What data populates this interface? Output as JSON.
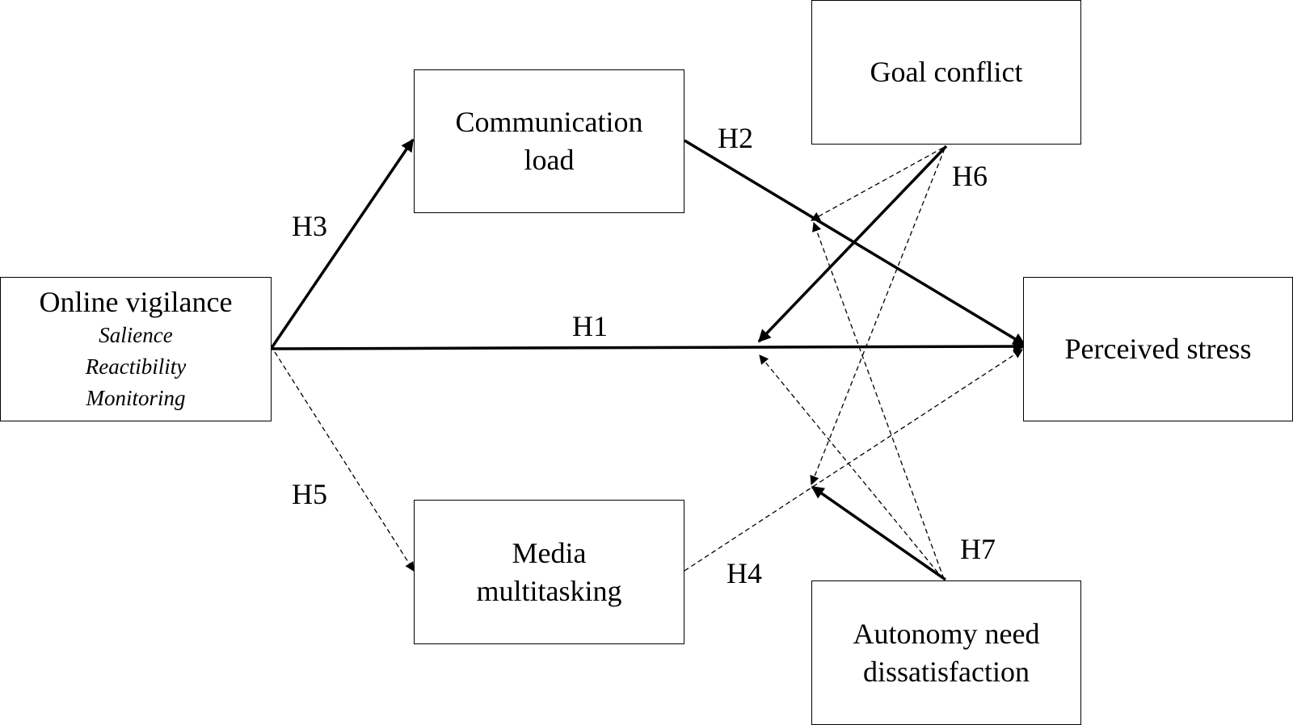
{
  "nodes": {
    "online_vigilance": {
      "title": "Online vigilance",
      "sub1": "Salience",
      "sub2": "Reactibility",
      "sub3": "Monitoring"
    },
    "communication_load": {
      "line1": "Communication",
      "line2": "load"
    },
    "media_multitasking": {
      "line1": "Media",
      "line2": "multitasking"
    },
    "goal_conflict": {
      "label": "Goal conflict"
    },
    "perceived_stress": {
      "label": "Perceived stress"
    },
    "autonomy_need": {
      "line1": "Autonomy need",
      "line2": "dissatisfaction"
    }
  },
  "hypotheses": {
    "h1": "H1",
    "h2": "H2",
    "h3": "H3",
    "h4": "H4",
    "h5": "H5",
    "h6": "H6",
    "h7": "H7"
  },
  "paths": [
    {
      "id": "h1",
      "from": "Online vigilance",
      "to": "Perceived stress",
      "style": "solid"
    },
    {
      "id": "h2",
      "from": "Communication load",
      "to": "Perceived stress",
      "style": "solid"
    },
    {
      "id": "h3",
      "from": "Online vigilance",
      "to": "Communication load",
      "style": "solid"
    },
    {
      "id": "h4",
      "from": "Media multitasking",
      "to": "Perceived stress",
      "style": "dashed"
    },
    {
      "id": "h5",
      "from": "Online vigilance",
      "to": "Media multitasking",
      "style": "dashed"
    },
    {
      "id": "h6",
      "from": "Goal conflict",
      "to": "H1 path",
      "style": "solid"
    },
    {
      "id": "h7",
      "from": "Autonomy need dissatisfaction",
      "to": "H4 path",
      "style": "solid"
    }
  ]
}
